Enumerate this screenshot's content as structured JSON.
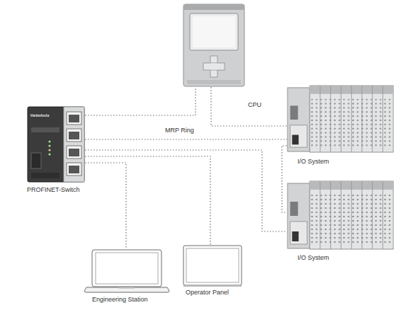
{
  "diagram": {
    "nodes": [
      {
        "text": [
          "CPU"
        ]
      },
      {
        "text": [
          "PROFINET-Switch"
        ]
      },
      {
        "text": [
          "I/O System"
        ]
      },
      {
        "text": [
          "I/O System"
        ]
      },
      {
        "text": [
          "Engineering Station"
        ]
      },
      {
        "text": [
          "Operator Panel"
        ]
      }
    ],
    "edges": [
      {
        "from": 1,
        "to": 0,
        "arrow": "none"
      },
      {
        "from": 0,
        "to": 2,
        "arrow": "none"
      },
      {
        "from": 1,
        "to": 2,
        "arrow": "none"
      },
      {
        "from": 2,
        "to": 3,
        "arrow": "none"
      },
      {
        "from": 1,
        "to": 3,
        "arrow": "none"
      },
      {
        "from": 1,
        "to": 5,
        "arrow": "none"
      },
      {
        "from": 1,
        "to": 4,
        "arrow": "none"
      }
    ],
    "labels": [
      "MRP Ring",
      "Helmholz"
    ]
  }
}
